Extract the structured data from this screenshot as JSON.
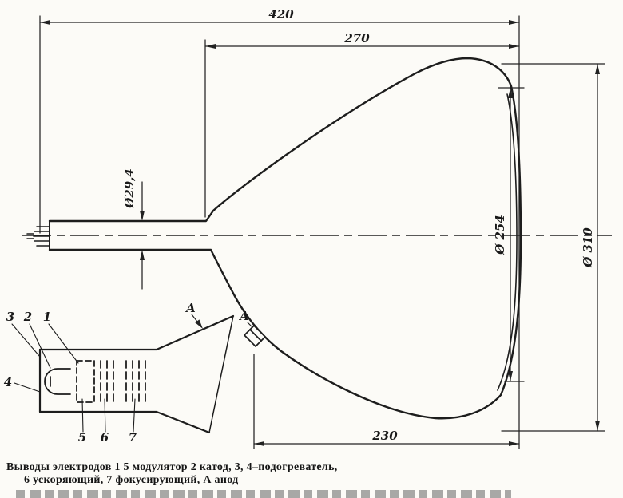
{
  "dims": {
    "total_length": "420",
    "bulb_length": "270",
    "neck_diameter": "Ø29,4",
    "screen_diameter": "Ø 254",
    "bulb_diameter": "Ø 310",
    "screen_length": "230"
  },
  "anode": {
    "main_label": "А",
    "inset_label": "А"
  },
  "inset_pins": {
    "n1": "1",
    "n2": "2",
    "n3": "3",
    "n4": "4",
    "n5": "5",
    "n6": "6",
    "n7": "7"
  },
  "caption": {
    "line1": "Выводы электродов 1 5 модулятор 2 катод, 3, 4–подогреватель,",
    "line2": "6 ускоряющий, 7 фокусирующий, А анод"
  }
}
